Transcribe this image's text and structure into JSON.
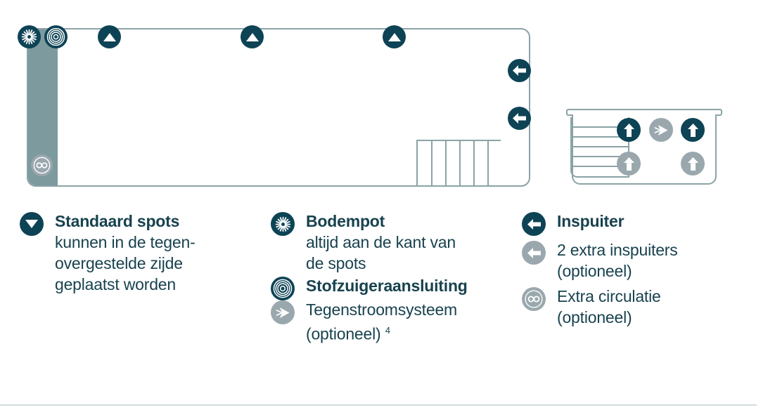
{
  "diagram": {
    "pool": {
      "name": "zwembad-plattegrond",
      "band_color": "#7d9a9e",
      "outline_color": "#8ba3a7",
      "stair_segments": 6,
      "top_edge_icons": [
        {
          "name": "bodempot-icon",
          "label": "Bodempot",
          "style": "dark",
          "glyph": "starburst"
        },
        {
          "name": "stofzuigeraansluiting-icon",
          "label": "Stofzuigeraansluiting",
          "style": "dark",
          "glyph": "rings"
        },
        {
          "name": "standaard-spot-icon-1",
          "label": "Standaard spot",
          "style": "dark",
          "glyph": "triangle-up"
        },
        {
          "name": "standaard-spot-icon-2",
          "label": "Standaard spot",
          "style": "dark",
          "glyph": "triangle-up"
        },
        {
          "name": "standaard-spot-icon-3",
          "label": "Standaard spot",
          "style": "dark",
          "glyph": "triangle-up"
        }
      ],
      "right_edge_icons": [
        {
          "name": "inspuiter-icon-1",
          "label": "Inspuiter",
          "style": "dark",
          "glyph": "arrow-left"
        },
        {
          "name": "inspuiter-icon-2",
          "label": "Inspuiter",
          "style": "dark",
          "glyph": "arrow-left"
        }
      ],
      "band_icons": [
        {
          "name": "extra-circulatie-icon",
          "label": "Extra circulatie",
          "style": "grey",
          "glyph": "infinity"
        }
      ]
    },
    "spa": {
      "name": "spa-dwarsdoorsnede",
      "ladder_steps": 6,
      "icons": [
        {
          "name": "spa-inspuiter-icon-1",
          "style": "dark",
          "glyph": "arrow-up"
        },
        {
          "name": "spa-tegenstroom-icon",
          "style": "grey",
          "glyph": "jet"
        },
        {
          "name": "spa-inspuiter-icon-2",
          "style": "dark",
          "glyph": "arrow-up"
        },
        {
          "name": "spa-extra-inspuiter-icon-1",
          "style": "grey",
          "glyph": "arrow-up"
        },
        {
          "name": "spa-extra-inspuiter-icon-2",
          "style": "grey",
          "glyph": "arrow-up"
        }
      ]
    }
  },
  "legend": {
    "column1": [
      {
        "icon": "triangle-down-icon",
        "style": "dark",
        "title": "Standaard spots",
        "lines": [
          "kunnen in de tegen-",
          "overgestelde zijde",
          "geplaatst worden"
        ]
      }
    ],
    "column2": [
      {
        "icon": "starburst-icon",
        "style": "dark",
        "title": "Bodempot",
        "lines": [
          "altijd aan de kant van",
          "de spots"
        ]
      },
      {
        "icon": "rings-icon",
        "style": "dark",
        "title": "Stofzuigeraansluiting",
        "lines": []
      },
      {
        "icon": "jet-icon",
        "style": "grey",
        "title": "",
        "lines": [
          "Tegenstroomsysteem",
          "(optioneel)"
        ],
        "footnote": "4"
      }
    ],
    "column3": [
      {
        "icon": "arrow-left-icon",
        "style": "dark",
        "title": "Inspuiter",
        "lines": []
      },
      {
        "icon": "arrow-left-icon",
        "style": "grey",
        "title": "",
        "lines": [
          "2 extra inspuiters",
          "(optioneel)"
        ]
      },
      {
        "icon": "infinity-icon",
        "style": "grey",
        "title": "",
        "lines": [
          "Extra circulatie",
          "(optioneel)"
        ]
      }
    ]
  },
  "colors": {
    "dark": "#0d4355",
    "grey": "#9aa8ae",
    "band": "#7d9a9e",
    "outline": "#8ba3a7",
    "text": "#18424f",
    "rule": "#d2dbdd"
  }
}
